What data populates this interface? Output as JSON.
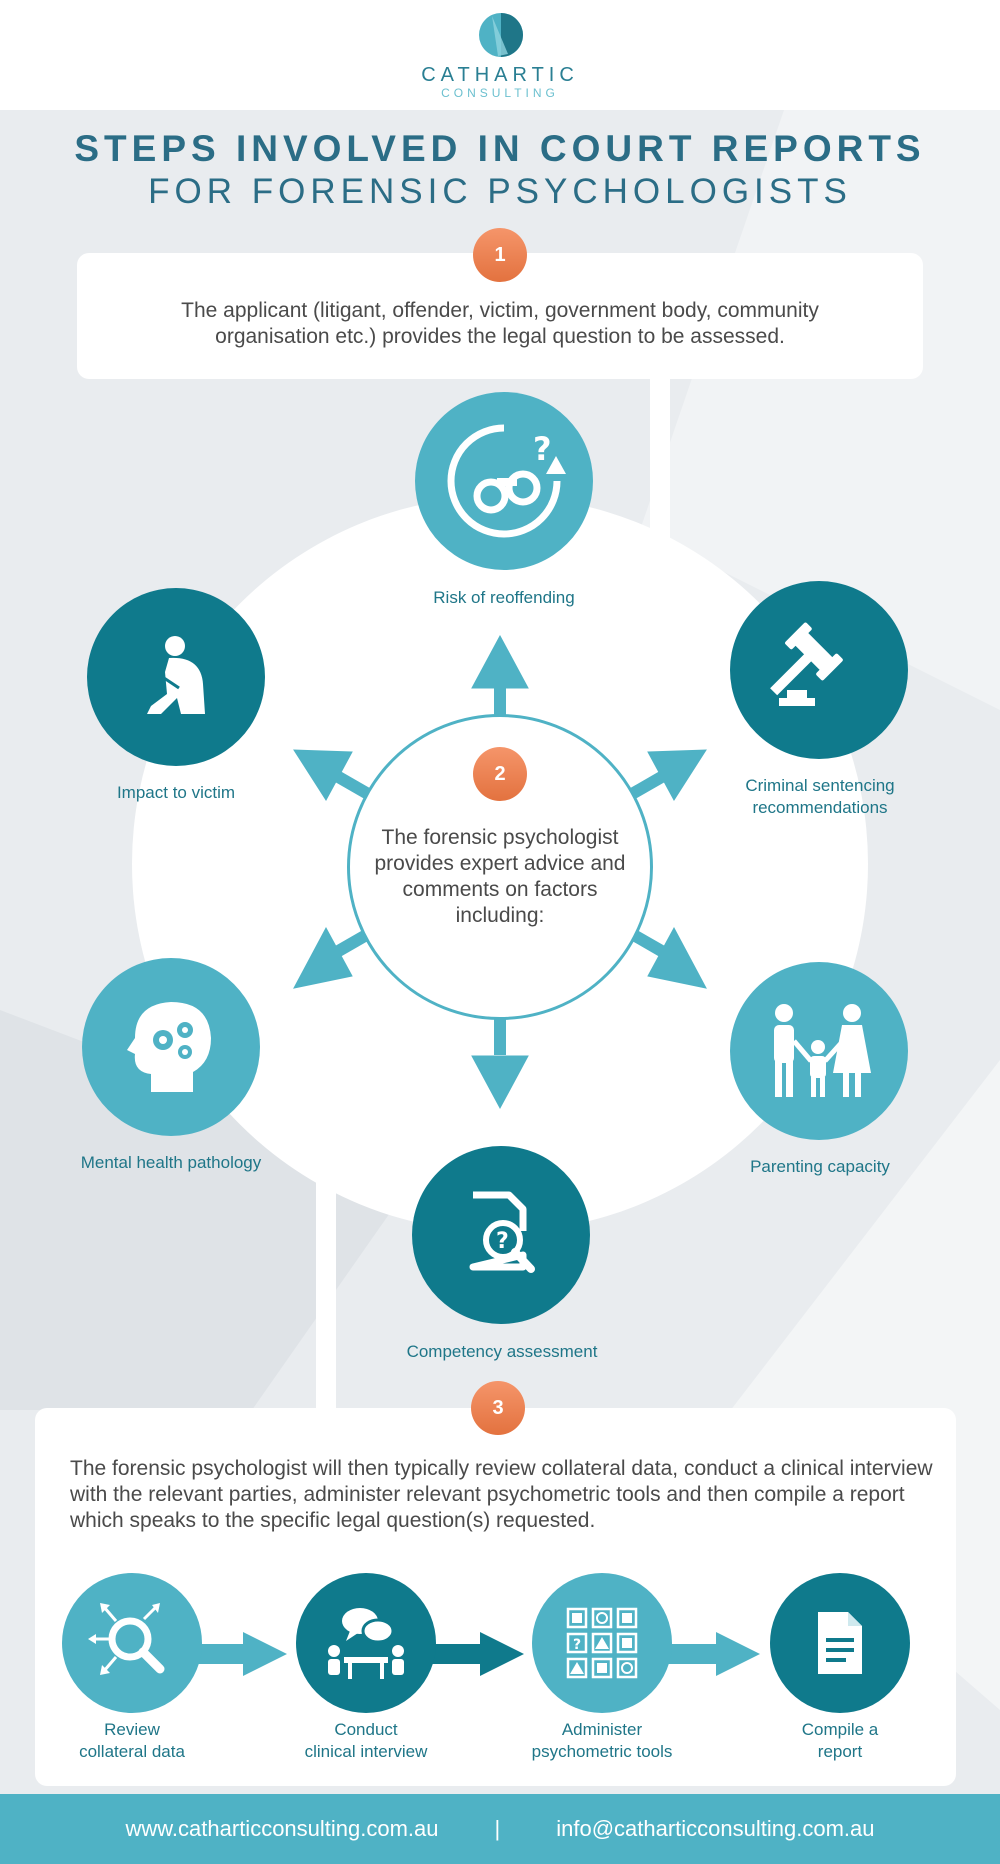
{
  "header": {
    "brand_name": "CATHARTIC",
    "brand_sub": "CONSULTING"
  },
  "title": {
    "line1": "STEPS INVOLVED IN COURT REPORTS",
    "line2": "FOR FORENSIC PSYCHOLOGISTS"
  },
  "step1": {
    "number": "1",
    "text": "The applicant (litigant, offender, victim, government body, community organisation etc.) provides the legal question to be assessed."
  },
  "step2": {
    "number": "2",
    "text": "The forensic psychologist provides expert advice and comments on factors including:",
    "factors": [
      {
        "label": "Risk of reoffending",
        "icon": "handcuffs-icon"
      },
      {
        "label": "Criminal sentencing recommendations",
        "icon": "gavel-icon"
      },
      {
        "label": "Parenting capacity",
        "icon": "family-icon"
      },
      {
        "label": "Competency assessment",
        "icon": "document-search-icon"
      },
      {
        "label": "Mental health pathology",
        "icon": "head-gears-icon"
      },
      {
        "label": "Impact to victim",
        "icon": "sad-person-icon"
      }
    ]
  },
  "step3": {
    "number": "3",
    "text": "The forensic psychologist will then typically review collateral data, conduct a clinical interview with the relevant parties, administer relevant psychometric tools and then compile a report which speaks to the specific legal question(s) requested.",
    "process": [
      {
        "label_line1": "Review",
        "label_line2": "collateral data",
        "icon": "magnifier-icon"
      },
      {
        "label_line1": "Conduct",
        "label_line2": "clinical interview",
        "icon": "interview-icon"
      },
      {
        "label_line1": "Administer",
        "label_line2": "psychometric tools",
        "icon": "test-grid-icon"
      },
      {
        "label_line1": "Compile a",
        "label_line2": "report",
        "icon": "report-icon"
      }
    ]
  },
  "footer": {
    "website": "www.catharticconsulting.com.au",
    "separator": "|",
    "email": "info@catharticconsulting.com.au"
  },
  "colors": {
    "light_teal": "#4fb2c5",
    "dark_teal": "#0f7a8c",
    "title": "#2b6d86",
    "badge": "#e3723f",
    "background": "#e9ecef"
  }
}
